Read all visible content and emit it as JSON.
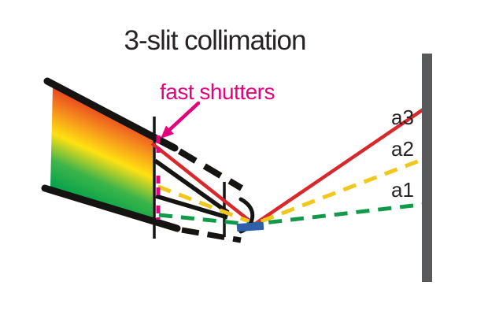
{
  "title": "3-slit collimation",
  "annotations": {
    "fast_shutters": "fast shutters"
  },
  "ray_labels": {
    "a3": "a3",
    "a2": "a2",
    "a1": "a1"
  },
  "colors": {
    "magenta": "#e5007d",
    "ray_red": "#d9282b",
    "ray_yellow": "#f2c71d",
    "ray_green": "#119a49",
    "sample_blue": "#2e5fab",
    "detector_gray": "#58595b",
    "line_black": "#161412",
    "text_black": "#272324",
    "spectrum": [
      "#e8481f",
      "#f58a1d",
      "#ffe112",
      "#3db54a",
      "#00a14b"
    ]
  }
}
